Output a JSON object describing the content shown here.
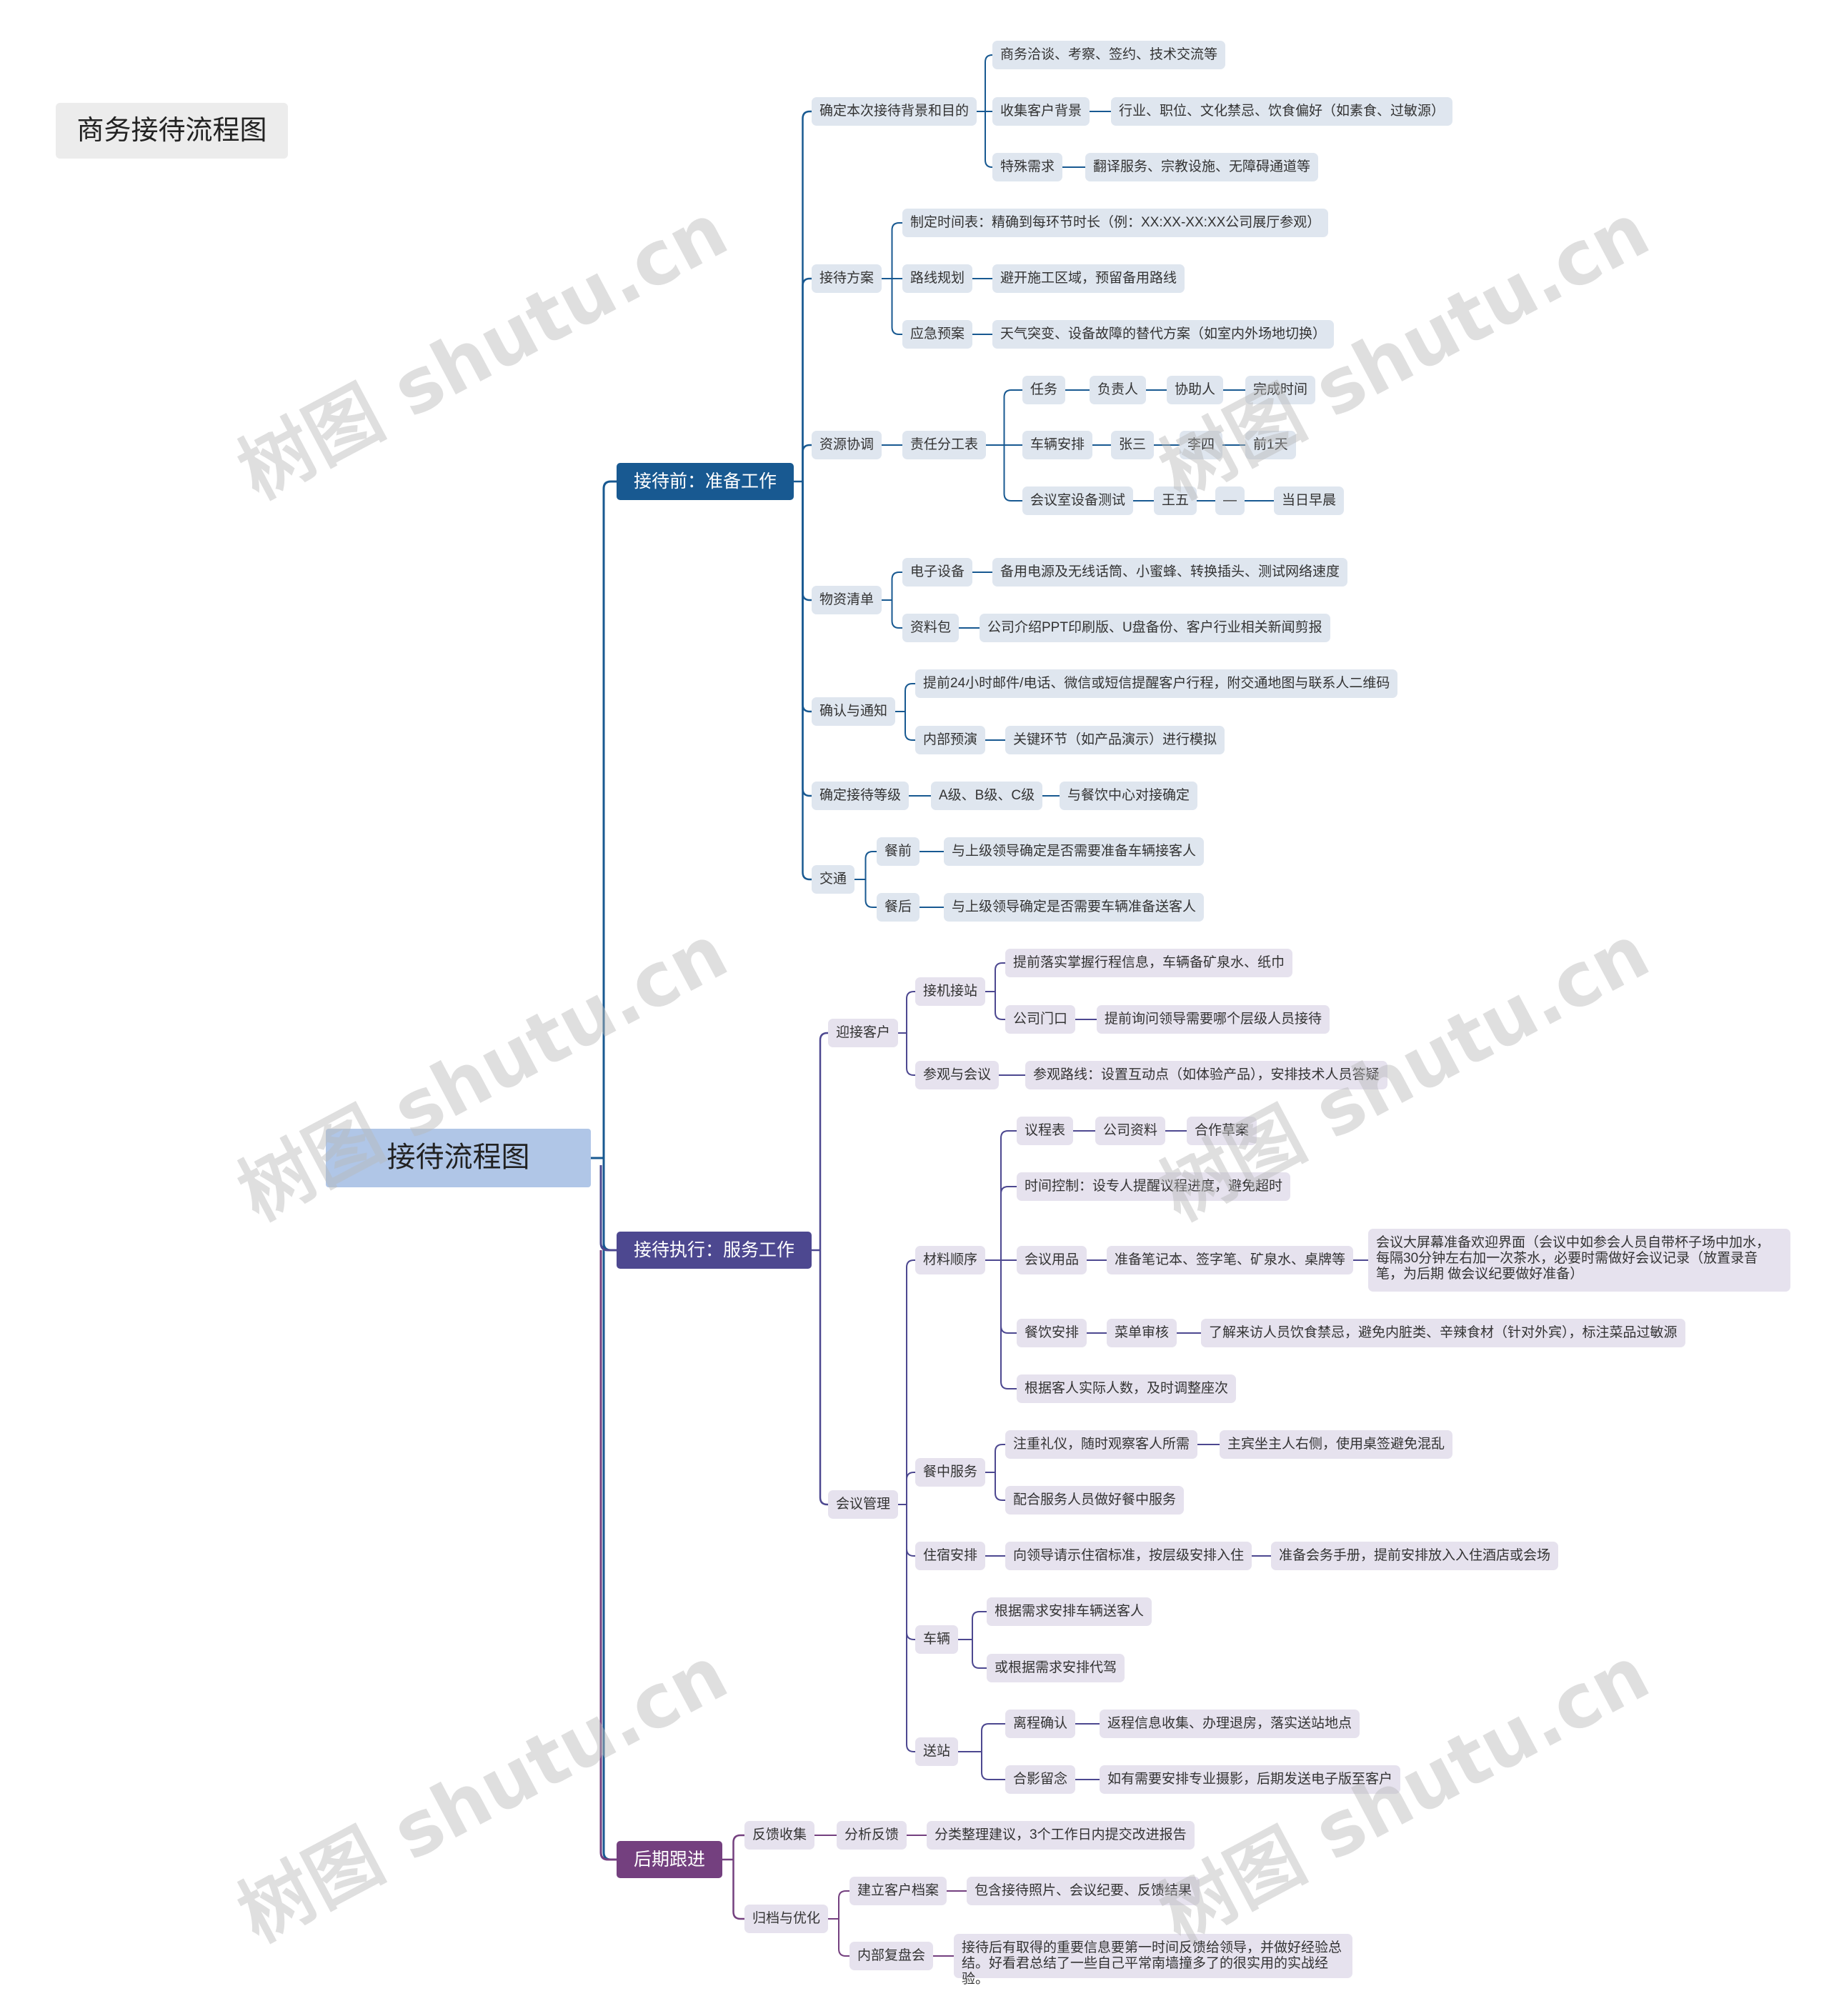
{
  "title": "商务接待流程图",
  "watermark": "树图 shutu.cn",
  "colors": {
    "prep": "#185991",
    "exec": "#4d4890",
    "follow": "#74407f",
    "root": "#b0c6e7"
  },
  "tree": {
    "root": "接待流程图",
    "prep": {
      "label": "接待前：准备工作",
      "bg": {
        "label": "确定本次接待背景和目的",
        "c1": "商务洽谈、考察、签约、技术交流等",
        "c2": "收集客户背景",
        "c2a": "行业、职位、文化禁忌、饮食偏好（如素食、过敏源）",
        "c3": "特殊需求",
        "c3a": "翻译服务、宗教设施、无障碍通道等"
      },
      "plan": {
        "label": "接待方案",
        "c1": "制定时间表：精确到每环节时长（例：XX:XX-XX:XX公司展厅参观）",
        "c2": "路线规划",
        "c2a": "避开施工区域，预留备用路线",
        "c3": "应急预案",
        "c3a": "天气突变、设备故障的替代方案（如室内外场地切换）"
      },
      "res": {
        "label": "资源协调",
        "duty": "责任分工表",
        "r1": [
          "任务",
          "负责人",
          "协助人",
          "完成时间"
        ],
        "r2": [
          "车辆安排",
          "张三",
          "李四",
          "前1天"
        ],
        "r3": [
          "会议室设备测试",
          "王五",
          "—",
          "当日早晨"
        ]
      },
      "mat": {
        "label": "物资清单",
        "c1": "电子设备",
        "c1a": "备用电源及无线话筒、小蜜蜂、转换插头、测试网络速度",
        "c2": "资料包",
        "c2a": "公司介绍PPT印刷版、U盘备份、客户行业相关新闻剪报"
      },
      "conf": {
        "label": "确认与通知",
        "c1": "提前24小时邮件/电话、微信或短信提醒客户行程，附交通地图与联系人二维码",
        "c2": "内部预演",
        "c2a": "关键环节（如产品演示）进行模拟"
      },
      "level": {
        "label": "确定接待等级",
        "c1": "A级、B级、C级",
        "c2": "与餐饮中心对接确定"
      },
      "traffic": {
        "label": "交通",
        "c1": "餐前",
        "c1a": "与上级领导确定是否需要准备车辆接客人",
        "c2": "餐后",
        "c2a": "与上级领导确定是否需要车辆准备送客人"
      }
    },
    "exec": {
      "label": "接待执行：服务工作",
      "greet": {
        "label": "迎接客户",
        "c1": "接机接站",
        "c1a": "提前落实掌握行程信息，车辆备矿泉水、纸巾",
        "c1b": "公司门口",
        "c1c": "提前询问领导需要哪个层级人员接待",
        "c2": "参观与会议",
        "c2a": "参观路线：设置互动点（如体验产品），安排技术人员答疑"
      },
      "meet": {
        "label": "会议管理",
        "order": {
          "label": "材料顺序",
          "agenda": "议程表",
          "profile": "公司资料",
          "draft": "合作草案",
          "time": "时间控制：设专人提醒议程进度，避免超时",
          "supplies": "会议用品",
          "supplies_a": "准备笔记本、签字笔、矿泉水、桌牌等",
          "supplies_b": "会议大屏幕准备欢迎界面（会议中如参会人员自带杯子场中加水，每隔30分钟左右加一次茶水，必要时需做好会议记录（放置录音笔，为后期 做会议纪要做好准备）",
          "dining": "餐饮安排",
          "menu": "菜单审核",
          "menu_a": "了解来访人员饮食禁忌，避免内脏类、辛辣食材（针对外宾），标注菜品过敏源",
          "seats": "根据客人实际人数，及时调整座次"
        },
        "meal": {
          "label": "餐中服务",
          "c1": "注重礼仪，随时观察客人所需",
          "c1a": "主宾坐主人右侧，使用桌签避免混乱",
          "c2": "配合服务人员做好餐中服务"
        },
        "stay": {
          "label": "住宿安排",
          "c1": "向领导请示住宿标准，按层级安排入住",
          "c1a": "准备会务手册，提前安排放入入住酒店或会场"
        },
        "car": {
          "label": "车辆",
          "c1": "根据需求安排车辆送客人",
          "c2": "或根据需求安排代驾"
        },
        "send": {
          "label": "送站",
          "c1": "离程确认",
          "c1a": "返程信息收集、办理退房，落实送站地点",
          "c2": "合影留念",
          "c2a": "如有需要安排专业摄影，后期发送电子版至客户"
        }
      }
    },
    "follow": {
      "label": "后期跟进",
      "fb": {
        "label": "反馈收集",
        "c1": "分析反馈",
        "c1a": "分类整理建议，3个工作日内提交改进报告"
      },
      "arch": {
        "label": "归档与优化",
        "c1": "建立客户档案",
        "c1a": "包含接待照片、会议纪要、反馈结果",
        "c2": "内部复盘会",
        "c2a": "接待后有取得的重要信息要第一时间反馈给领导，并做好经验总结。好看君总结了一些自己平常南墙撞多了的很实用的实战经验。"
      }
    }
  }
}
